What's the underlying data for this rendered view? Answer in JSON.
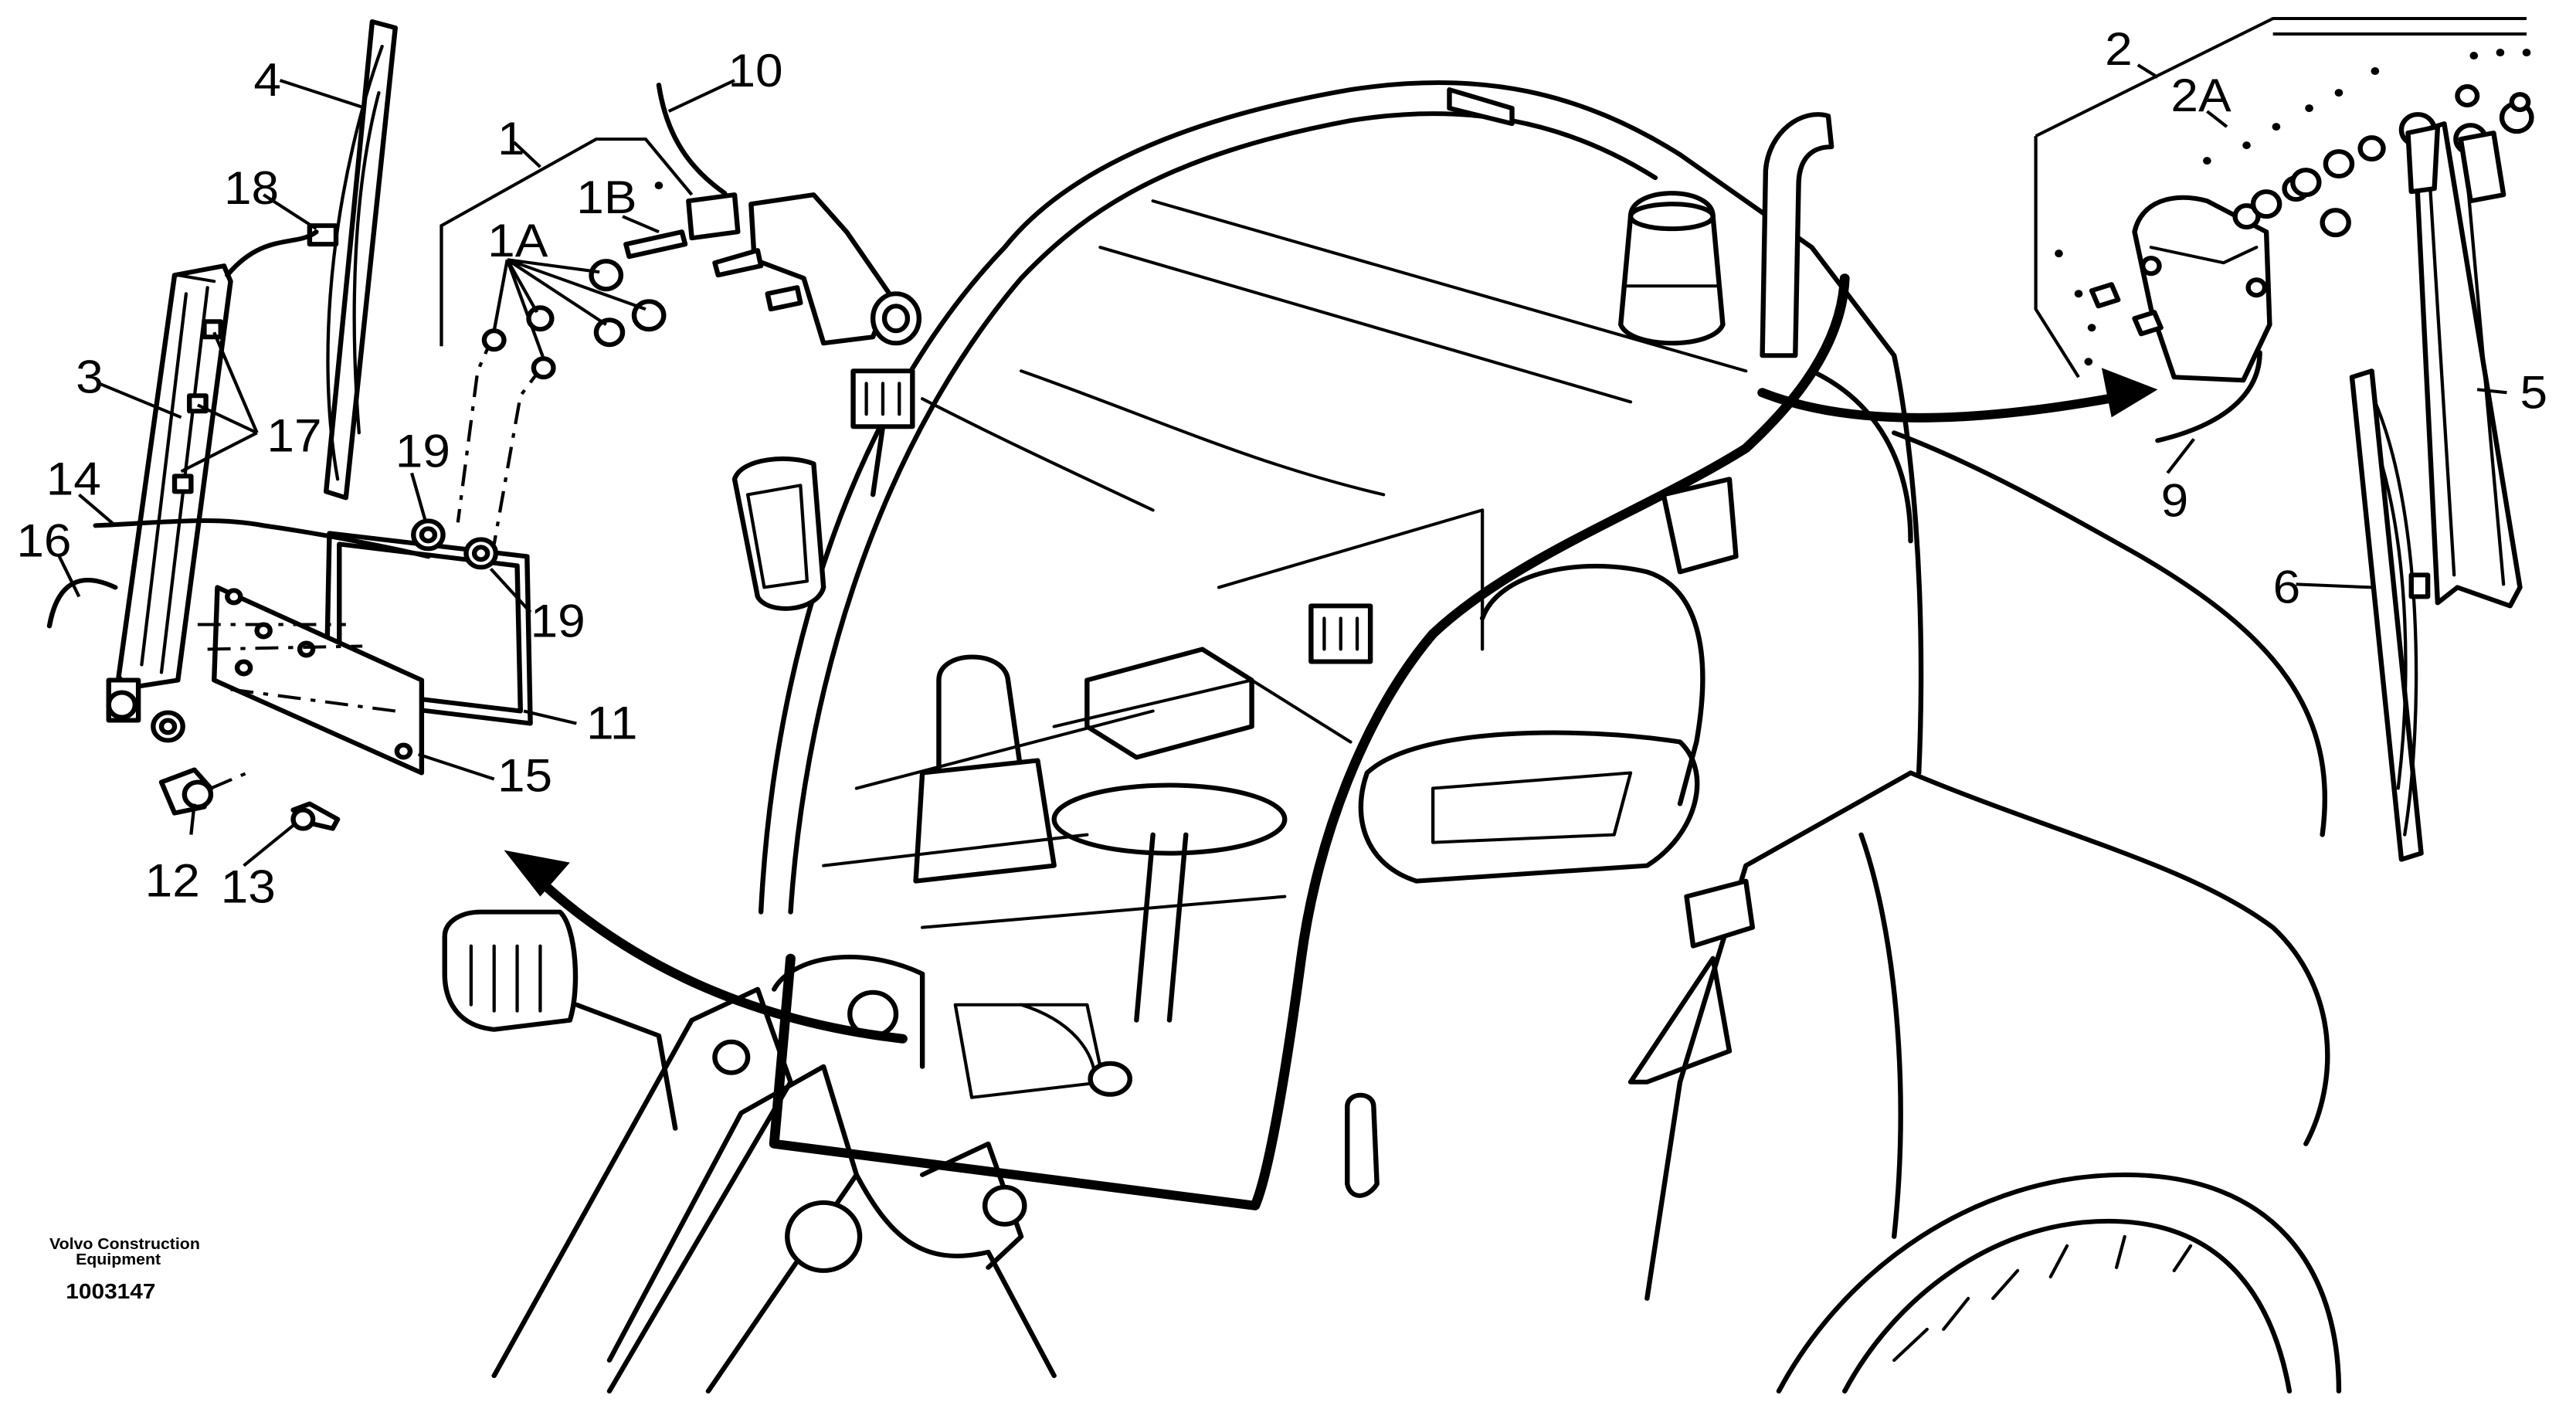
{
  "diagram": {
    "part_labels": {
      "p1": "1",
      "p1A": "1A",
      "p1B": "1B",
      "p2": "2",
      "p2A": "2A",
      "p3": "3",
      "p4": "4",
      "p5": "5",
      "p6": "6",
      "p9": "9",
      "p10": "10",
      "p11": "11",
      "p12": "12",
      "p13": "13",
      "p14": "14",
      "p15": "15",
      "p16": "16",
      "p17": "17",
      "p18": "18",
      "p19a": "19",
      "p19b": "19"
    },
    "footer": {
      "company_line1": "Volvo Construction",
      "company_line2": "Equipment",
      "drawing_number": "1003147"
    }
  }
}
